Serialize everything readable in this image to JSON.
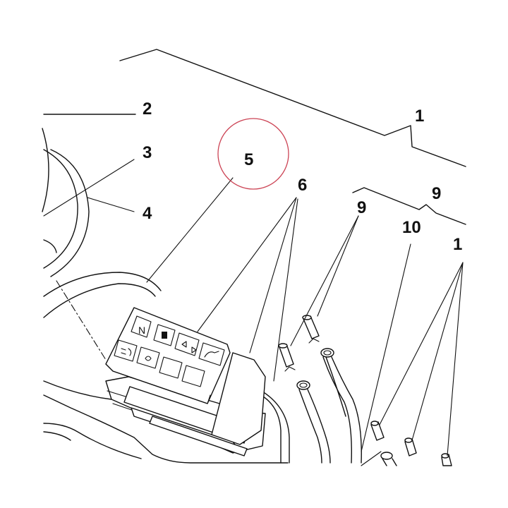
{
  "diagram": {
    "callouts": {
      "c1_top": "1",
      "c2": "2",
      "c3": "3",
      "c4": "4",
      "c5": "5",
      "c6": "6",
      "c9_right": "9",
      "c9_left": "9",
      "c10": "10",
      "c1_right": "1"
    },
    "highlight": {
      "target": "5",
      "color": "#cc4455"
    },
    "panel_icons": [
      "neutral-icon",
      "fuel-icon",
      "turn-signal-icon",
      "oil-pressure-icon",
      "high-beam-icon",
      "lights-icon",
      "blank",
      "blank"
    ],
    "panel_labels": {
      "neutral": "N"
    }
  }
}
